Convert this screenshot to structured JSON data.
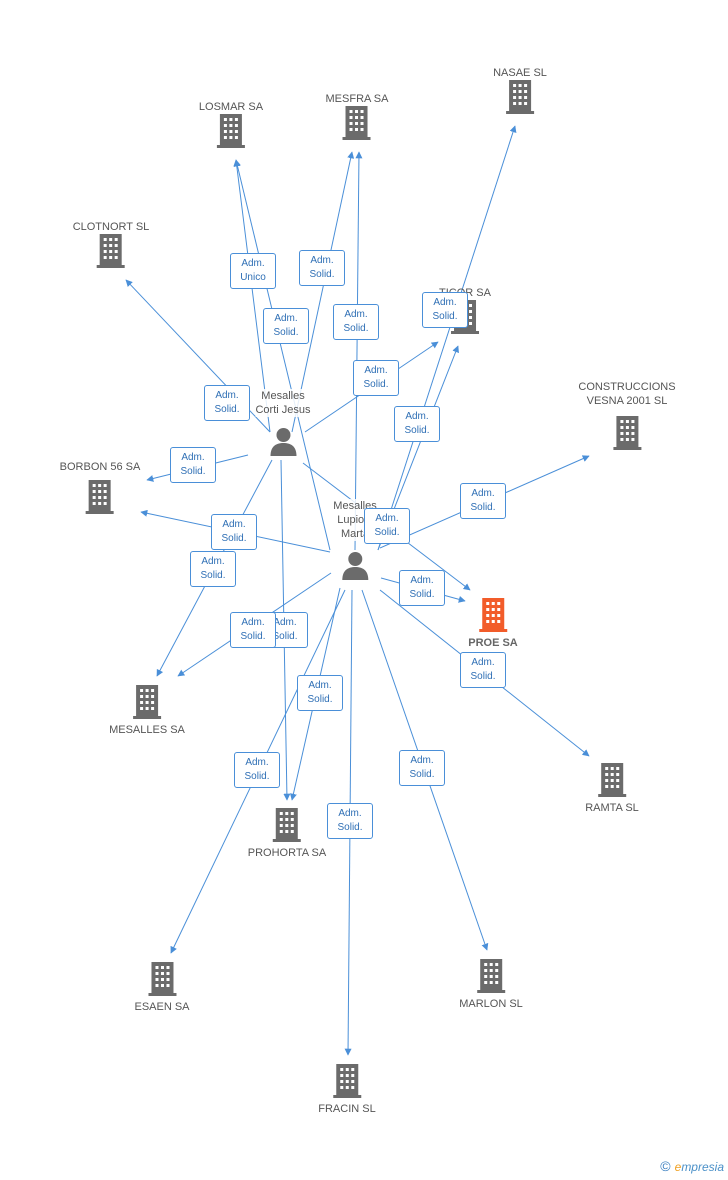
{
  "colors": {
    "edge": "#4a8fd8",
    "company_icon": "#6b6b6b",
    "main_icon": "#f25c2a",
    "label_text": "#2f6fb5"
  },
  "nodes": [
    {
      "id": "losmar",
      "type": "company",
      "label": "LOSMAR SA"
    },
    {
      "id": "mesfra",
      "type": "company",
      "label": "MESFRA SA"
    },
    {
      "id": "nasae",
      "type": "company",
      "label": "NASAE SL"
    },
    {
      "id": "clotnort",
      "type": "company",
      "label": "CLOTNORT  SL"
    },
    {
      "id": "ticor",
      "type": "company",
      "label": "TICOR SA"
    },
    {
      "id": "construccions",
      "type": "company",
      "label": "CONSTRUCCIONS\nVESNA 2001 SL"
    },
    {
      "id": "corti",
      "type": "person",
      "label": "Mesalles\nCorti Jesus"
    },
    {
      "id": "borbon",
      "type": "company",
      "label": "BORBON 56 SA"
    },
    {
      "id": "lupiola",
      "type": "person",
      "label": "Mesalles\nLupiola\nMarta"
    },
    {
      "id": "proe",
      "type": "main",
      "label": "PROE SA"
    },
    {
      "id": "mesalles_sa",
      "type": "company",
      "label": "MESALLES SA"
    },
    {
      "id": "ramta",
      "type": "company",
      "label": "RAMTA SL"
    },
    {
      "id": "prohorta",
      "type": "company",
      "label": "PROHORTA SA"
    },
    {
      "id": "esaen",
      "type": "company",
      "label": "ESAEN SA"
    },
    {
      "id": "marlon",
      "type": "company",
      "label": "MARLON SL"
    },
    {
      "id": "fracin",
      "type": "company",
      "label": "FRACIN SL"
    }
  ],
  "edge_labels": [
    {
      "id": "e-corti-losmar",
      "text": "Adm.\nUnico"
    },
    {
      "id": "e-lupiola-losmar",
      "text": "Adm.\nSolid."
    },
    {
      "id": "e-corti-mesfra",
      "text": "Adm.\nSolid."
    },
    {
      "id": "e-lupiola-mesfra",
      "text": "Adm.\nSolid."
    },
    {
      "id": "e-corti-clotnort",
      "text": "Adm.\nSolid."
    },
    {
      "id": "e-lupiola-nasae",
      "text": "Adm.\nSolid."
    },
    {
      "id": "e-corti-ticor",
      "text": "Adm.\nSolid."
    },
    {
      "id": "e-lupiola-ticor",
      "text": "Adm.\nSolid."
    },
    {
      "id": "e-corti-borbon",
      "text": "Adm.\nSolid."
    },
    {
      "id": "e-lupiola-construccions",
      "text": "Adm.\nSolid."
    },
    {
      "id": "e-corti-proe",
      "text": "Adm.\nSolid."
    },
    {
      "id": "e-lupiola-borbon",
      "text": "Adm.\nSolid."
    },
    {
      "id": "e-corti-mesalles",
      "text": "Adm.\nSolid."
    },
    {
      "id": "e-lupiola-proe",
      "text": "Adm.\nSolid."
    },
    {
      "id": "e-corti-prohorta",
      "text": "Adm.\nSolid."
    },
    {
      "id": "e-lupiola-mesalles",
      "text": "Adm.\nSolid."
    },
    {
      "id": "e-lupiola-ramta",
      "text": "Adm.\nSolid."
    },
    {
      "id": "e-lupiola-prohorta",
      "text": "Adm.\nSolid."
    },
    {
      "id": "e-lupiola-esaen",
      "text": "Adm.\nSolid."
    },
    {
      "id": "e-lupiola-marlon",
      "text": "Adm.\nSolid."
    },
    {
      "id": "e-lupiola-fracin",
      "text": "Adm.\nSolid."
    }
  ],
  "footer": {
    "copyright": "©",
    "brand_first": "e",
    "brand_rest": "mpresia"
  }
}
